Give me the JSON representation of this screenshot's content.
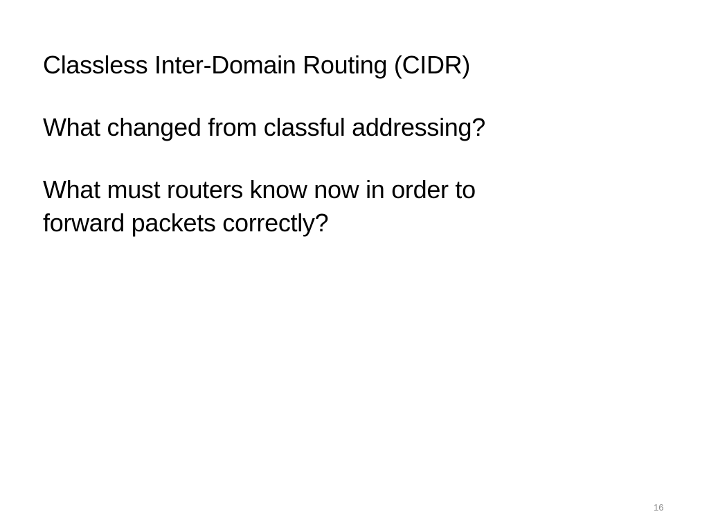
{
  "slide": {
    "paragraphs": [
      "Classless Inter-Domain Routing (CIDR)",
      "What changed from classful addressing?",
      "What must routers know now in order to\nforward packets correctly?"
    ],
    "number": "16"
  },
  "colors": {
    "background": "#ffffff",
    "text": "#000000",
    "slide_number": "#8a8a8a"
  }
}
